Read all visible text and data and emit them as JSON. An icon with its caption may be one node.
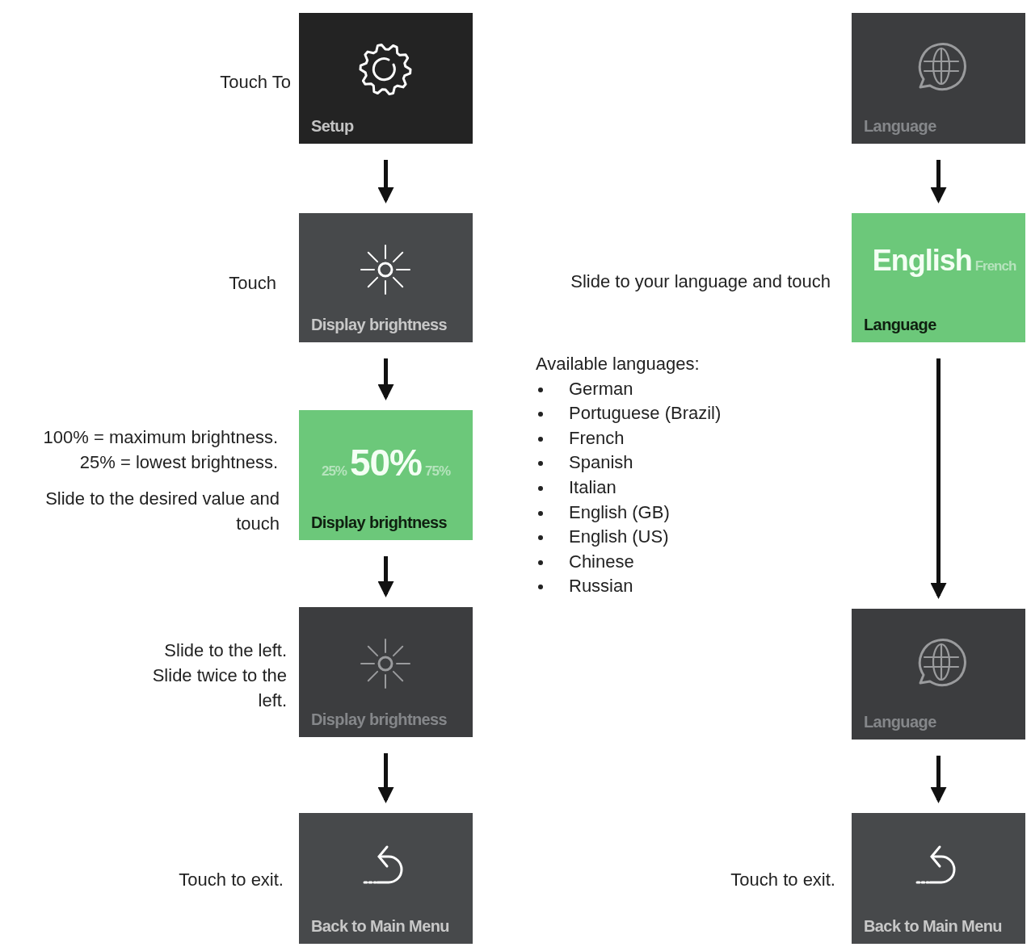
{
  "diagram": {
    "nodes": [
      {
        "text": [
          "Setup"
        ],
        "beside": [
          "Touch To"
        ]
      },
      {
        "text": [
          "Display brightness"
        ],
        "beside": [
          "Touch"
        ]
      },
      {
        "text": [
          "25%",
          "50%",
          "75%",
          "Display brightness"
        ],
        "beside": [
          "100% = maximum brightness. 25% = lowest brightness.",
          "Slide to the desired value and touch"
        ]
      },
      {
        "text": [
          "Display brightness"
        ],
        "beside": [
          "Slide to the left. Slide twice to the left."
        ]
      },
      {
        "text": [
          "Back to Main Menu"
        ],
        "beside": [
          "Touch to exit."
        ]
      },
      {
        "text": [
          "Language"
        ]
      },
      {
        "text": [
          "English",
          "French",
          "Language"
        ],
        "beside": [
          "Slide to your language and touch"
        ]
      },
      {
        "text": [
          "Language"
        ]
      },
      {
        "text": [
          "Back to Main Menu"
        ],
        "beside": [
          "Touch to exit."
        ]
      }
    ],
    "edges": [
      {
        "from": 0,
        "to": 1,
        "arrow": "to"
      },
      {
        "from": 1,
        "to": 2,
        "arrow": "to"
      },
      {
        "from": 2,
        "to": 3,
        "arrow": "to"
      },
      {
        "from": 3,
        "to": 4,
        "arrow": "to"
      },
      {
        "from": 5,
        "to": 6,
        "arrow": "to"
      },
      {
        "from": 6,
        "to": 7,
        "arrow": "to"
      },
      {
        "from": 7,
        "to": 8,
        "arrow": "to"
      }
    ],
    "labels": [
      "Available languages:",
      "German",
      "Portuguese (Brazil)",
      "French",
      "Spanish",
      "Italian",
      "English (GB)",
      "English (US)",
      "Chinese",
      "Russian"
    ]
  }
}
